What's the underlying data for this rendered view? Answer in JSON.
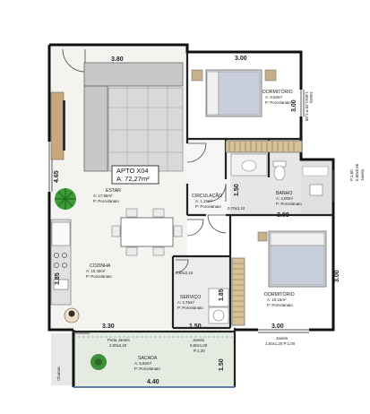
{
  "plan": {
    "apartment": {
      "id": "APTO X04",
      "area": "A: 72,27m²"
    },
    "rooms": {
      "estar": {
        "name": "ESTAR",
        "area": "A: 17,65m²",
        "floor": "P: Porcelanato"
      },
      "circulacao": {
        "name": "CIRCULAÇÃO",
        "area": "A: 1,15m²",
        "floor": "P: Porcelanato"
      },
      "dormitorio1": {
        "name": "DORMITÓRIO",
        "area": "A: 9,50m²",
        "floor": "P: Porcelanato"
      },
      "dormitorio2": {
        "name": "DORMITÓRIO",
        "area": "A: 10,15m²",
        "floor": "P: Porcelanato"
      },
      "banho": {
        "name": "BANHO",
        "area": "A: 4,00m²",
        "floor": "P: Porcelanato"
      },
      "cozinha": {
        "name": "COZINHA",
        "area": "A: 10,40m²",
        "floor": "P: Porcelanato"
      },
      "servico": {
        "name": "SERVIÇO",
        "area": "A: 2,75m²",
        "floor": "P: Porcelanato"
      },
      "sacada": {
        "name": "SACADA",
        "area": "A: 6,60m²",
        "floor": "P: Porcelanato"
      }
    },
    "dimensions": {
      "d380": "3.80",
      "d300_top": "3.00",
      "d300_dorm1_v": "3.00",
      "d465": "4.65",
      "d150_circ": "1.50",
      "d300_mid": "3.00",
      "d300_dorm2_v": "3.00",
      "d385": "3.85",
      "d185": "1.85",
      "d330": "3.30",
      "d150_bot": "1.50",
      "d300_bot": "3.00",
      "d440": "4.40",
      "d150_sac": "1.50"
    },
    "openings": {
      "circ_door": "0,70x2,10",
      "servico_door": "0,80x2,10",
      "porta_janela": [
        "Porta Janela",
        "2,00x2,20"
      ],
      "janela_servico": [
        "Janela",
        "0,80x1,00",
        "P:1,20"
      ],
      "janela_dorm2": [
        "Janela",
        "1,50x1,20  P:1,00"
      ],
      "janela_dorm1": [
        "Janela",
        "1,50x1,20  P:1,00"
      ],
      "janela_banho": [
        "Janela",
        "0,80x0,60",
        "P:1,60"
      ],
      "churrasqueira": "Churras."
    }
  }
}
